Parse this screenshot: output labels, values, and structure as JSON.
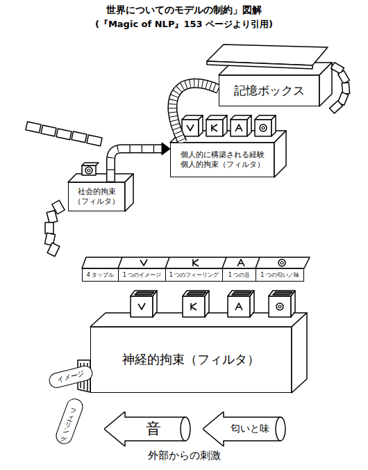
{
  "diagram": {
    "title": "世界についてのモデルの制約」図解",
    "nodes": [
      {
        "text": [
          "記憶ボックス"
        ]
      },
      {
        "text": [
          "個人的に構築される経験",
          "個人的拘束（フィルタ）"
        ]
      },
      {
        "text": [
          "社会的拘束 （フィルタ）"
        ]
      },
      {
        "text": [
          "4 タップル"
        ]
      },
      {
        "text": [
          "1 つのイメージ"
        ]
      },
      {
        "text": [
          "1 つのフィーリング"
        ]
      },
      {
        "text": [
          "1 つの音"
        ]
      },
      {
        "text": [
          "1 つの匂い／味"
        ]
      },
      {
        "text": [
          "神経的拘束（フィルタ）"
        ]
      },
      {
        "text": [
          "イメージ"
        ]
      },
      {
        "text": [
          "フィーリング"
        ]
      },
      {
        "text": [
          "音"
        ]
      },
      {
        "text": [
          "匂いと味"
        ]
      }
    ],
    "edges": [
      {
        "from": 0,
        "to": 1,
        "arrow": "none"
      },
      {
        "from": 2,
        "to": 1,
        "arrow": "to"
      }
    ],
    "labels": [
      "(『Magic of NLP』153 ページより引用)",
      "外部からの刺激"
    ]
  }
}
